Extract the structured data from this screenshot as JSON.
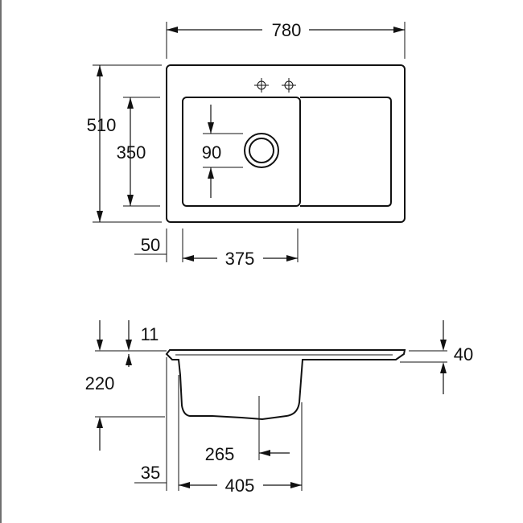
{
  "drawing": {
    "top_view": {
      "overall_width": "780",
      "overall_depth": "510",
      "bowl_depth": "350",
      "drain_diameter": "90",
      "edge_offset": "50",
      "bowl_width": "375"
    },
    "section_view": {
      "rim_thickness": "11",
      "bowl_height": "220",
      "drainboard_height": "40",
      "drain_offset": "265",
      "side_offset": "35",
      "bowl_section_width": "405"
    }
  },
  "colors": {
    "line": "#111111",
    "background": "#ffffff"
  }
}
